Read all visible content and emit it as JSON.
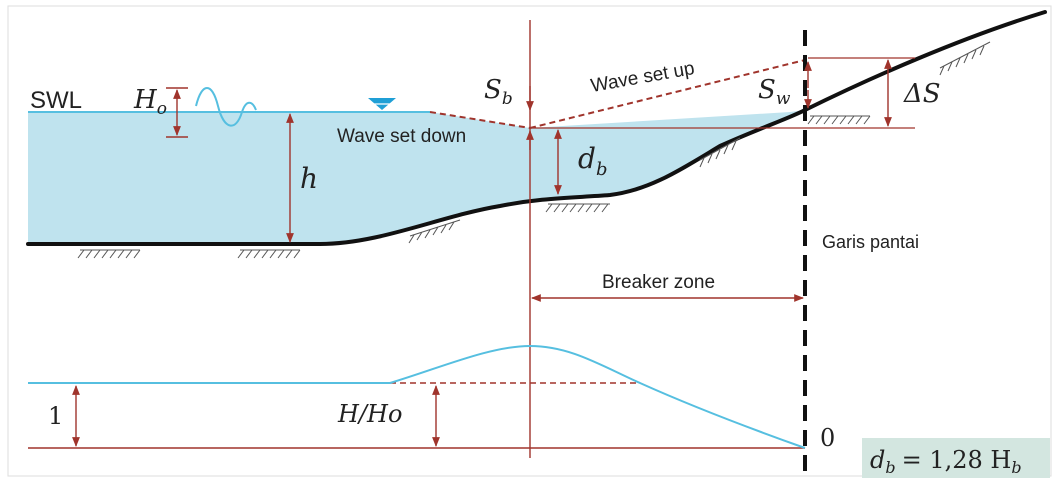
{
  "labels": {
    "swl": "SWL",
    "ho_main": "H",
    "ho_sub": "o",
    "h": "h",
    "sb_main": "S",
    "sb_sub": "b",
    "wave_set_down": "Wave set down",
    "wave_set_up": "Wave set up",
    "sw_main": "S",
    "sw_sub": "w",
    "delta_s": "ΔS",
    "db_main": "d",
    "db_sub": "b",
    "garis_pantai": "Garis pantai",
    "breaker_zone": "Breaker zone",
    "one": "1",
    "h_over_ho": "H/Ho",
    "zero": "0"
  },
  "formula": {
    "lhs_main": "d",
    "lhs_sub": "b",
    "rhs": "= 1,28 H",
    "rhs_sub": "b"
  },
  "colors": {
    "water_fill": "#bfe3ee",
    "water_line": "#56bfe0",
    "dim_line": "#a0342c",
    "seabed": "#111111",
    "formula_box": "#d3e6e0",
    "swl_marker": "#1f9fd6"
  }
}
